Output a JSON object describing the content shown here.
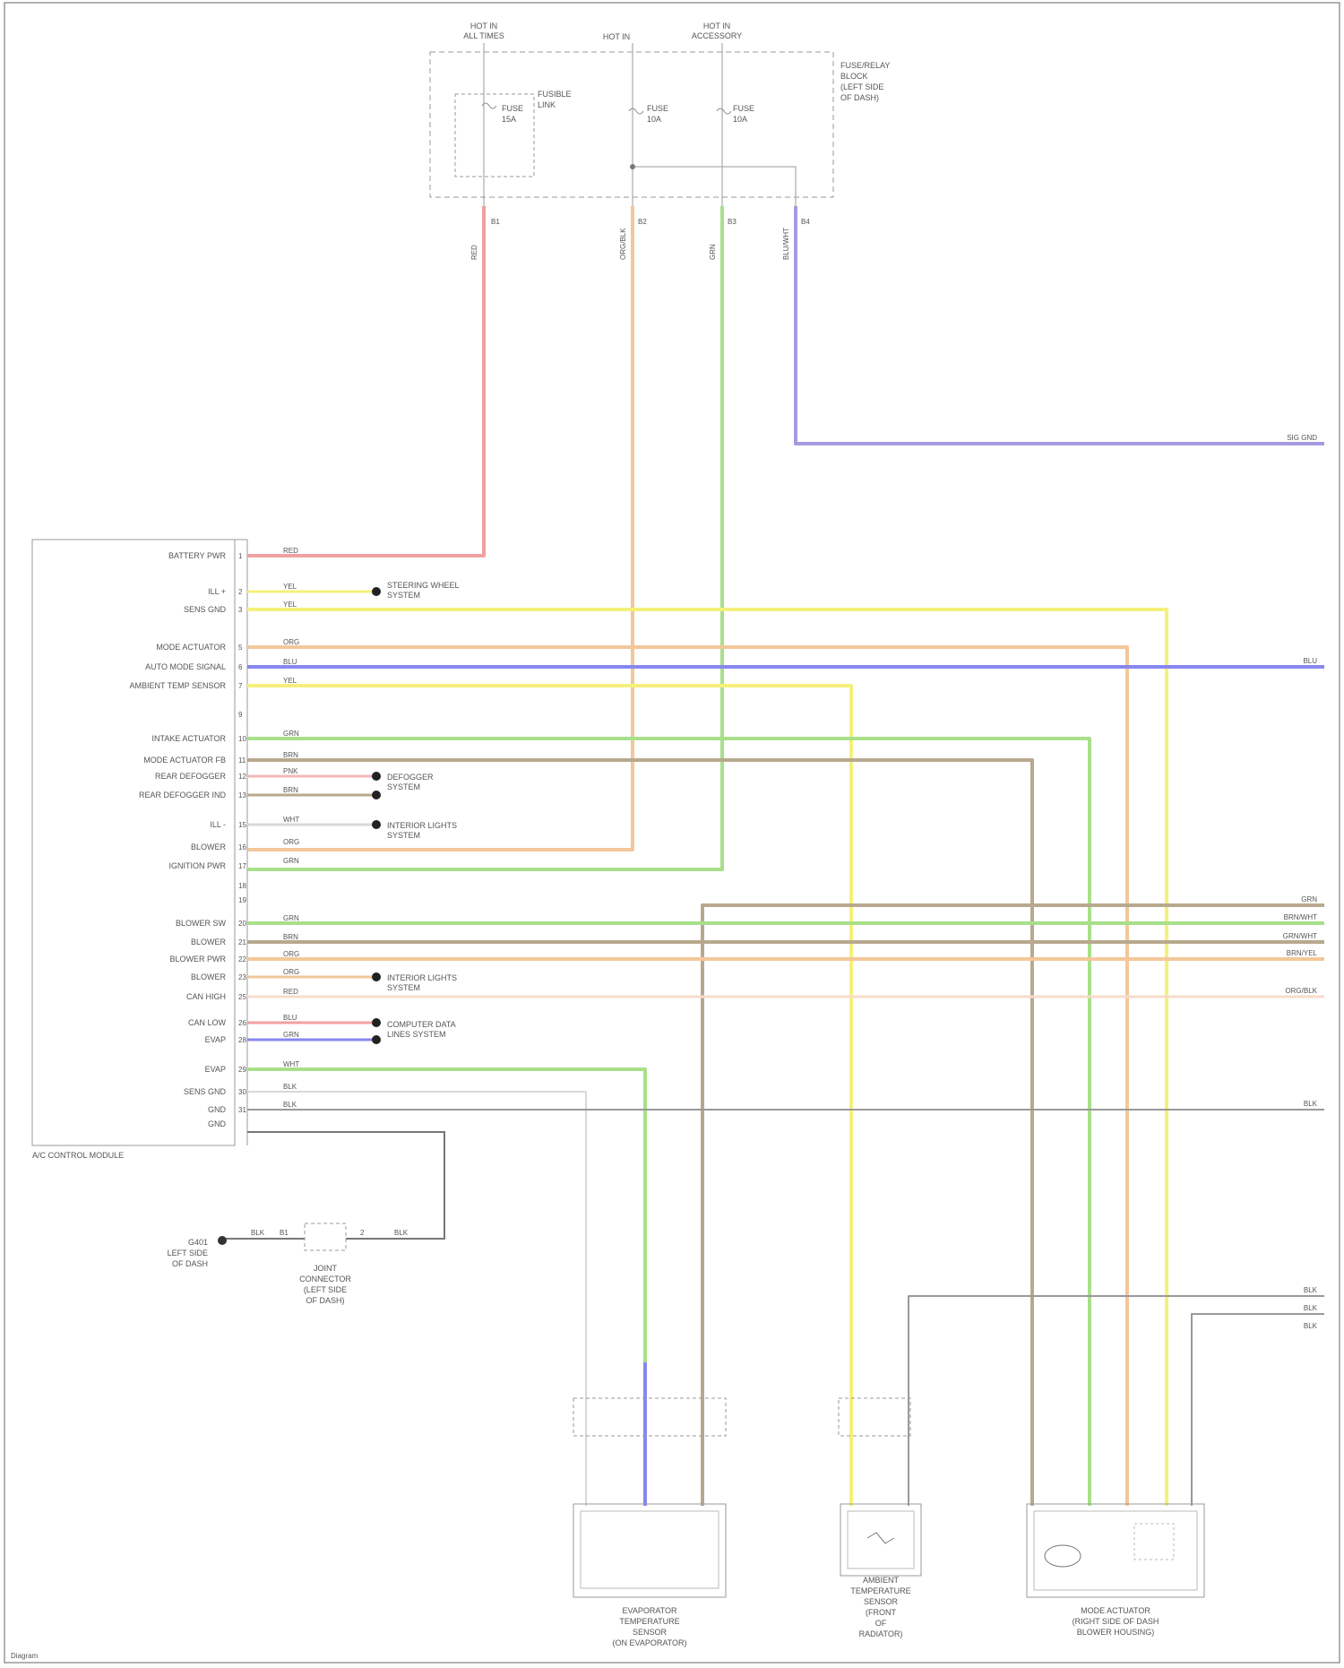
{
  "fuse_block": {
    "sources": [
      "HOT IN",
      "HOT IN",
      "HOT IN"
    ],
    "sources_sub": [
      "ALL TIMES",
      "",
      "ACCESSORY"
    ],
    "name": [
      "FUSE/RELAY",
      "BLOCK",
      "(LEFT SIDE",
      "OF DASH)"
    ],
    "internal": [
      "FUSIBLE",
      "LINK"
    ],
    "fuses": [
      {
        "l1": "FUSE",
        "l2": "15A",
        "l3": "",
        "l4": ""
      },
      {
        "l1": "FUSE",
        "l2": "10A",
        "l3": ""
      },
      {
        "l1": "FUSE",
        "l2": "10A",
        "l3": ""
      }
    ],
    "terminals": [
      "B1",
      "B2",
      "B3",
      "B4"
    ]
  },
  "control_module": {
    "name": "A/C CONTROL MODULE",
    "pins": [
      {
        "num": "1",
        "label": "BATTERY PWR",
        "code": "RED"
      },
      {
        "num": "2",
        "label": "ILL +",
        "code": "YEL"
      },
      {
        "num": "3",
        "label": "SENS GND",
        "code": "YEL"
      },
      {
        "num": "5",
        "label": "MODE ACTUATOR",
        "code": "ORG"
      },
      {
        "num": "6",
        "label": "AUTO MODE SIGNAL",
        "code": "BLU"
      },
      {
        "num": "7",
        "label": "AMBIENT TEMP SENSOR",
        "code": "YEL"
      },
      {
        "num": "9",
        "label": "",
        "code": ""
      },
      {
        "num": "10",
        "label": "INTAKE ACTUATOR",
        "code": "GRN"
      },
      {
        "num": "11",
        "label": "MODE ACTUATOR FB",
        "code": "BRN"
      },
      {
        "num": "12",
        "label": "REAR DEFOGGER",
        "code": "PNK"
      },
      {
        "num": "13",
        "label": "REAR DEFOGGER IND",
        "code": "BRN"
      },
      {
        "num": "15",
        "label": "ILL -",
        "code": "WHT"
      },
      {
        "num": "16",
        "label": "BLOWER",
        "code": "ORG"
      },
      {
        "num": "17",
        "label": "IGNITION PWR",
        "code": "GRN"
      },
      {
        "num": "18",
        "label": "",
        "code": ""
      },
      {
        "num": "19",
        "label": "",
        "code": ""
      },
      {
        "num": "20",
        "label": "BLOWER SW",
        "code": "GRN"
      },
      {
        "num": "21",
        "label": "BLOWER",
        "code": "BRN"
      },
      {
        "num": "22",
        "label": "BLOWER PWR",
        "code": "ORG"
      },
      {
        "num": "23",
        "label": "BLOWER",
        "code": "ORG"
      },
      {
        "num": "25",
        "label": "CAN HIGH",
        "code": "RED"
      },
      {
        "num": "26",
        "label": "CAN LOW",
        "code": "BLU"
      },
      {
        "num": "28",
        "label": "EVAP",
        "code": "GRN"
      },
      {
        "num": "29",
        "label": "EVAP",
        "code": "WHT"
      },
      {
        "num": "30",
        "label": "SENS GND",
        "code": "BLK"
      },
      {
        "num": "31",
        "label": "GND",
        "code": "BLK"
      }
    ]
  },
  "stubs": [
    {
      "l1": "STEERING WHEEL",
      "l2": "SYSTEM"
    },
    {
      "l1": "DEFOGGER",
      "l2": "SYSTEM"
    },
    {
      "l1": "INTERIOR LIGHTS",
      "l2": "SYSTEM"
    },
    {
      "l1": "INTERIOR LIGHTS",
      "l2": "SYSTEM"
    },
    {
      "l1": "COMPUTER DATA",
      "l2": "LINES SYSTEM"
    }
  ],
  "right_edge": {
    "top": "SIG GND",
    "blue": "BLU",
    "gray": "BLK",
    "bundle": [
      "GRN",
      "BRN/WHT",
      "GRN/WHT",
      "BRN/YEL",
      "ORG/BLK"
    ],
    "lower": [
      "BLK",
      "BLK",
      "BLK"
    ]
  },
  "wire_codes": {
    "fuse_drops": [
      "RED",
      "ORG/BLK",
      "GRN",
      "BLU/WHT"
    ]
  },
  "ground": {
    "codes": [
      "BLK",
      "B1",
      "2",
      "BLK"
    ],
    "point": [
      "G401",
      "LEFT SIDE",
      "OF DASH"
    ],
    "connector": [
      "JOINT",
      "CONNECTOR",
      "(LEFT SIDE",
      "OF DASH)"
    ]
  },
  "components": [
    {
      "name": [
        "EVAPORATOR",
        "TEMPERATURE",
        "SENSOR",
        "(ON EVAPORATOR)"
      ]
    },
    {
      "name": [
        "AMBIENT",
        "TEMPERATURE",
        "SENSOR",
        "(FRONT",
        "OF",
        "RADIATOR)"
      ]
    },
    {
      "name": [
        "MODE ACTUATOR",
        "(RIGHT SIDE OF DASH",
        "BLOWER HOUSING)"
      ]
    }
  ],
  "footer": {
    "watermark": "Diagram"
  },
  "colors": {
    "red": "#f2a0a0",
    "yellow": "#f5f07a",
    "orange": "#f3c79a",
    "blue": "#8787f0",
    "green": "#a8e08a",
    "brown": "#b8a98e",
    "gray": "#999999",
    "purple": "#a89ae0",
    "pink": "#f2b8b8",
    "lightgray": "#d8d8d8"
  }
}
